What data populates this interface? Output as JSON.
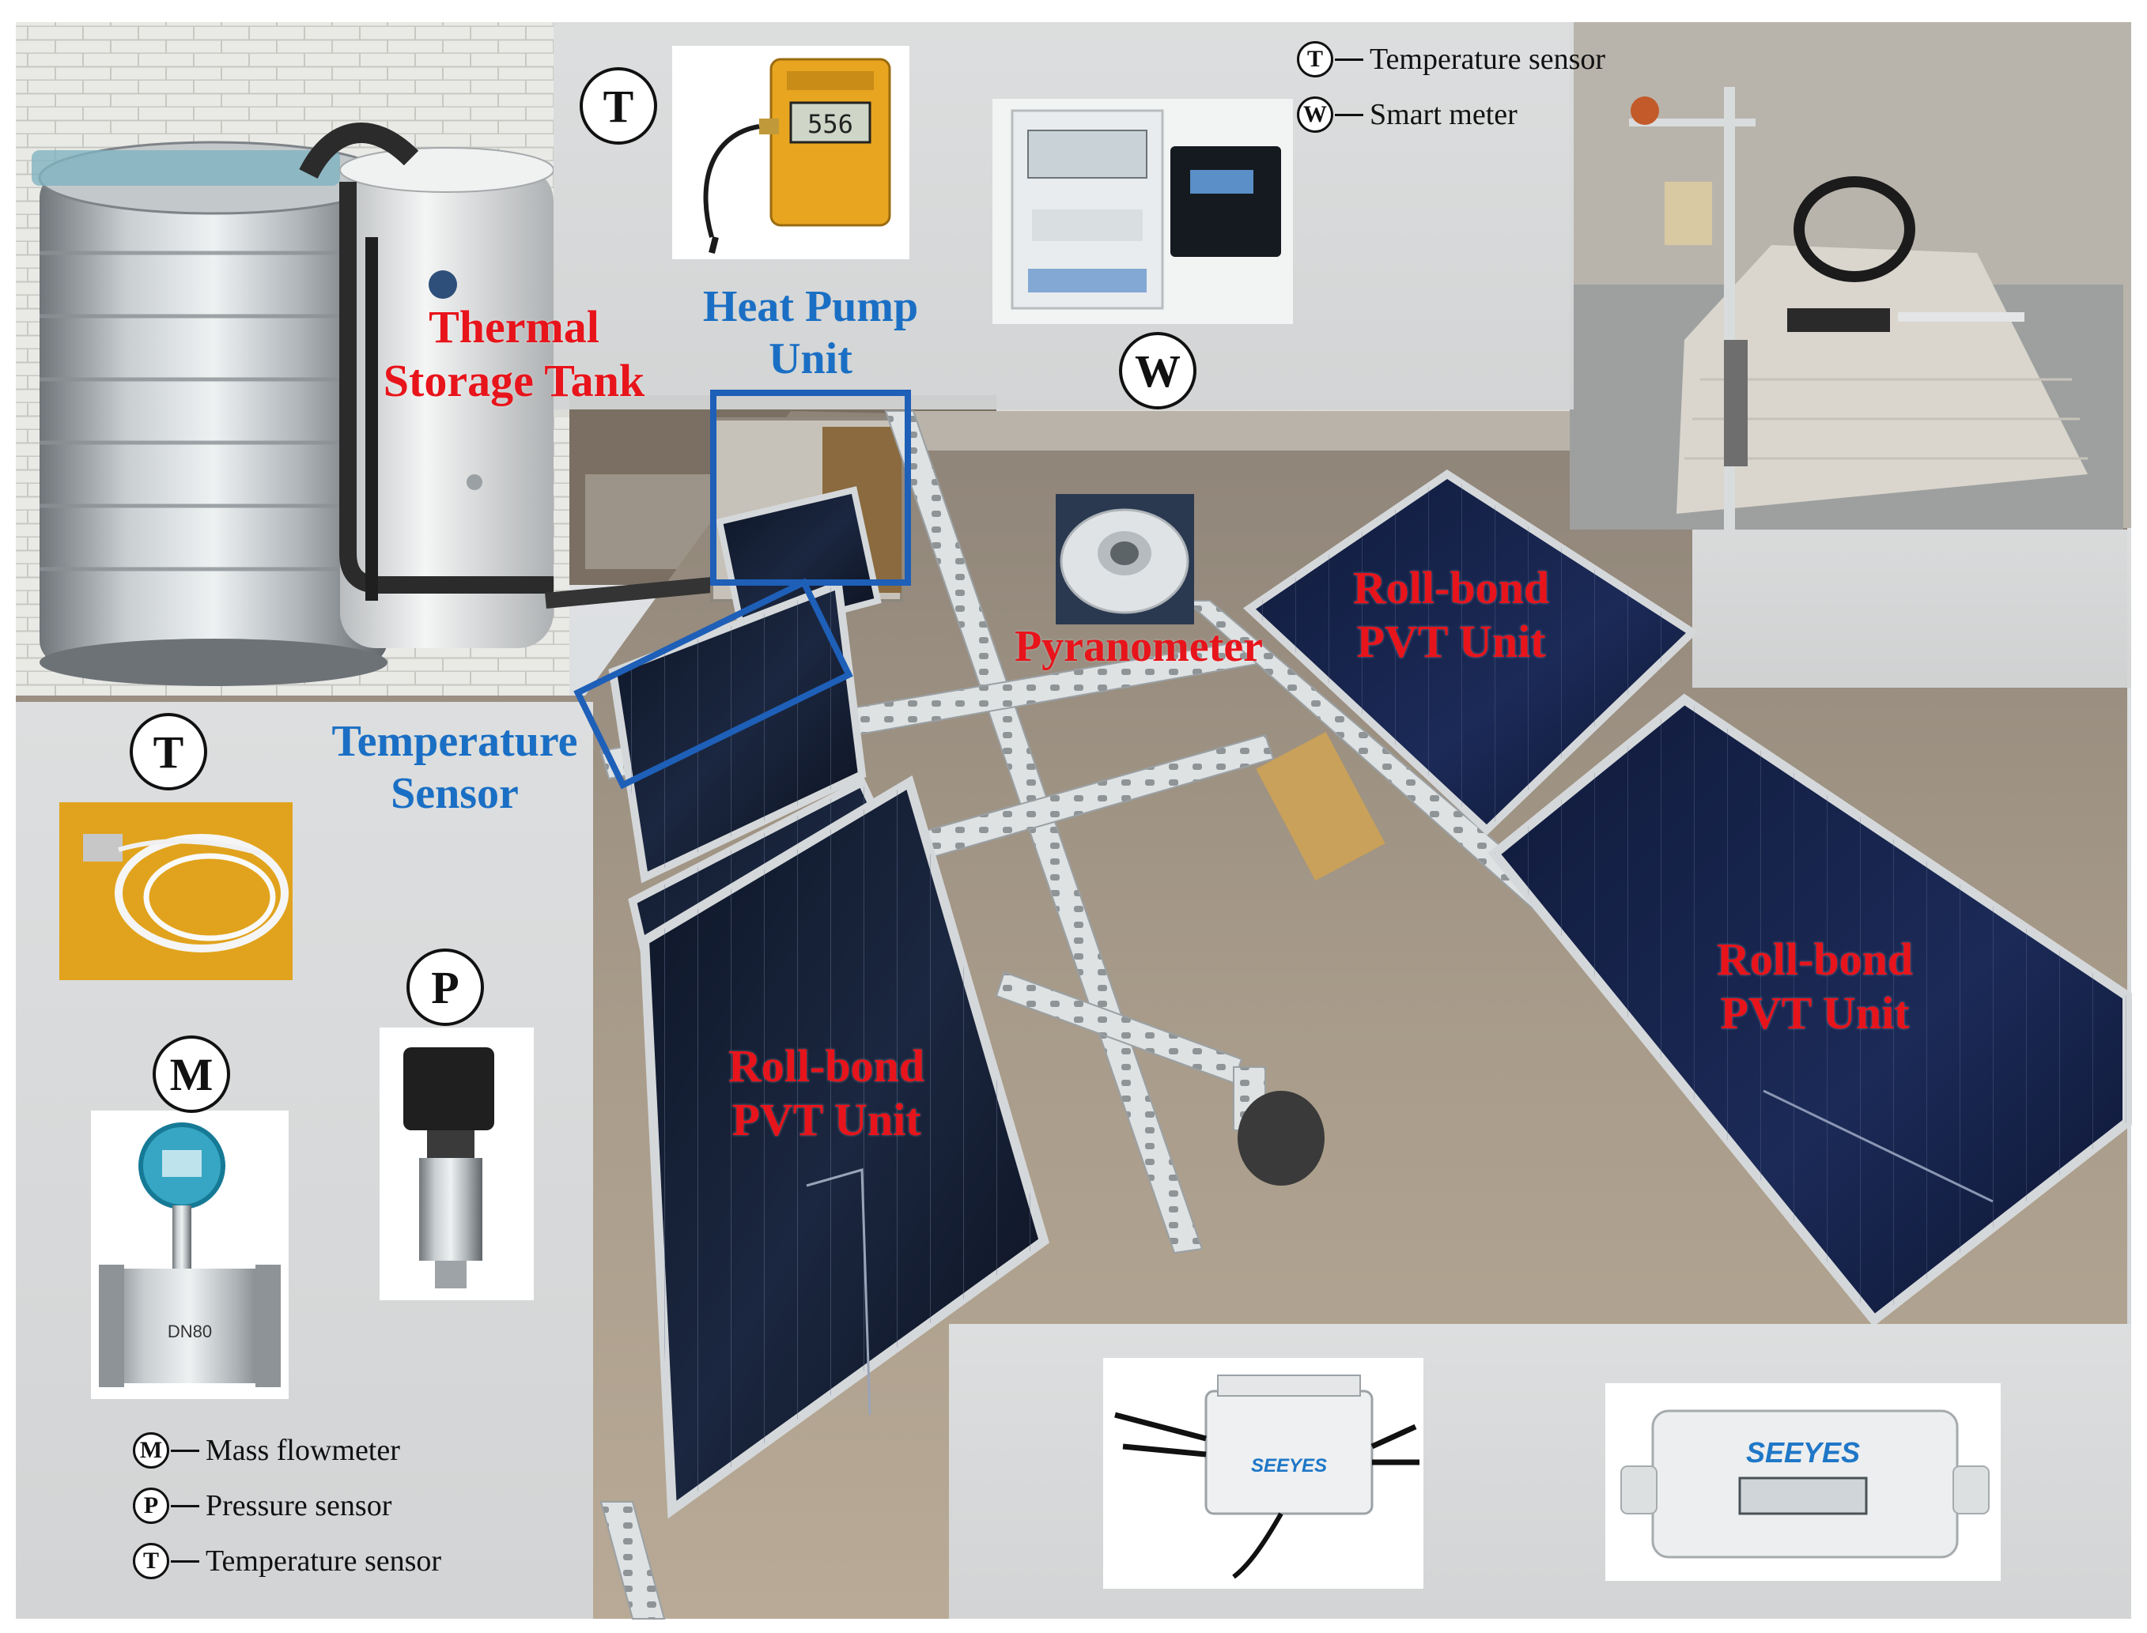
{
  "labels": {
    "thermal_storage_tank": "Thermal\nStorage Tank",
    "heat_pump_unit": "Heat Pump\nUnit",
    "temperature_sensor": "Temperature\nSensor",
    "pyranometer": "Pyranometer",
    "pvt_left": "Roll-bond\nPVT Unit",
    "pvt_right_top": "Roll-bond\nPVT Unit",
    "pvt_right_bottom": "Roll-bond\nPVT Unit"
  },
  "badges": {
    "top_T": "T",
    "top_W": "W",
    "left_T": "T",
    "left_P": "P",
    "left_M": "M"
  },
  "legend_top": [
    {
      "key": "T",
      "text": "Temperature sensor"
    },
    {
      "key": "W",
      "text": "Smart meter"
    }
  ],
  "legend_bottom": [
    {
      "key": "M",
      "text": "Mass flowmeter"
    },
    {
      "key": "P",
      "text": "Pressure sensor"
    },
    {
      "key": "T",
      "text": "Temperature sensor"
    }
  ],
  "device_text": {
    "logger_display": "556",
    "flowmeter_marking": "DN80",
    "inverter_brand": "SEEYES",
    "monitor_brand": "SEEYES"
  },
  "colors": {
    "label_red": "#e8141b",
    "label_blue": "#1a6fc4",
    "highlight_box": "#1e5fb8"
  }
}
